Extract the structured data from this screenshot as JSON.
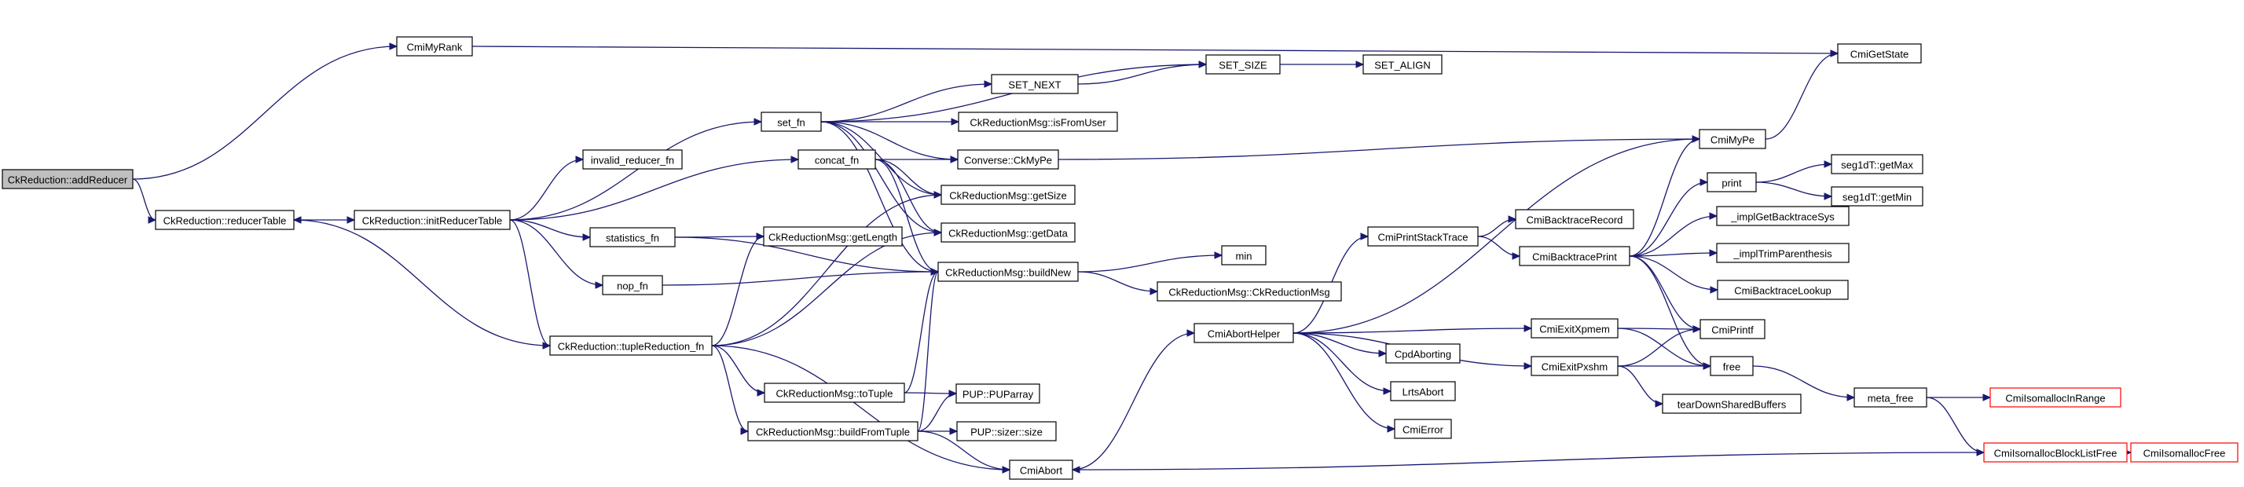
{
  "nodes": [
    {
      "id": "addReducer",
      "label": "CkReduction::addReducer",
      "type": "root"
    },
    {
      "id": "reducerTable",
      "label": "CkReduction::reducerTable"
    },
    {
      "id": "initReducerTable",
      "label": "CkReduction::initReducerTable"
    },
    {
      "id": "tupleReduction",
      "label": "CkReduction::tupleReduction_fn"
    },
    {
      "id": "cmiMyRank",
      "label": "CmiMyRank"
    },
    {
      "id": "invalidReducer",
      "label": "invalid_reducer_fn"
    },
    {
      "id": "statisticsFn",
      "label": "statistics_fn"
    },
    {
      "id": "nopFn",
      "label": "nop_fn"
    },
    {
      "id": "setFn",
      "label": "set_fn"
    },
    {
      "id": "concatFn",
      "label": "concat_fn"
    },
    {
      "id": "getLength",
      "label": "CkReductionMsg::getLength"
    },
    {
      "id": "toTuple",
      "label": "CkReductionMsg::toTuple"
    },
    {
      "id": "buildFromTuple",
      "label": "CkReductionMsg::buildFromTuple"
    },
    {
      "id": "setNext",
      "label": "SET_NEXT"
    },
    {
      "id": "setSize",
      "label": "SET_SIZE"
    },
    {
      "id": "setAlign",
      "label": "SET_ALIGN"
    },
    {
      "id": "isFromUser",
      "label": "CkReductionMsg::isFromUser"
    },
    {
      "id": "ckMyPe",
      "label": "Converse::CkMyPe"
    },
    {
      "id": "getSize",
      "label": "CkReductionMsg::getSize"
    },
    {
      "id": "getData",
      "label": "CkReductionMsg::getData"
    },
    {
      "id": "buildNew",
      "label": "CkReductionMsg::buildNew"
    },
    {
      "id": "puparray",
      "label": "PUP::PUParray"
    },
    {
      "id": "sizerSize",
      "label": "PUP::sizer::size"
    },
    {
      "id": "cmiAbort",
      "label": "CmiAbort"
    },
    {
      "id": "min",
      "label": "min"
    },
    {
      "id": "ckReductionMsgCtor",
      "label": "CkReductionMsg::CkReductionMsg"
    },
    {
      "id": "cmiAbortHelper",
      "label": "CmiAbortHelper"
    },
    {
      "id": "cmiPrintStackTrace",
      "label": "CmiPrintStackTrace"
    },
    {
      "id": "cpdAborting",
      "label": "CpdAborting"
    },
    {
      "id": "lrtsAbort",
      "label": "LrtsAbort"
    },
    {
      "id": "cmiError",
      "label": "CmiError"
    },
    {
      "id": "cmiExitXpmem",
      "label": "CmiExitXpmem"
    },
    {
      "id": "cmiExitPxshm",
      "label": "CmiExitPxshm"
    },
    {
      "id": "cmiBacktraceRecord",
      "label": "CmiBacktraceRecord"
    },
    {
      "id": "cmiBacktracePrint",
      "label": "CmiBacktracePrint"
    },
    {
      "id": "cmiMyPe",
      "label": "CmiMyPe"
    },
    {
      "id": "cmiGetState",
      "label": "CmiGetState"
    },
    {
      "id": "print",
      "label": "print"
    },
    {
      "id": "implGetBacktraceSys",
      "label": "_implGetBacktraceSys"
    },
    {
      "id": "implTrimParenthesis",
      "label": "_implTrimParenthesis"
    },
    {
      "id": "cmiBacktraceLookup",
      "label": "CmiBacktraceLookup"
    },
    {
      "id": "cmiPrintf",
      "label": "CmiPrintf"
    },
    {
      "id": "free",
      "label": "free"
    },
    {
      "id": "tearDownSharedBuffers",
      "label": "tearDownSharedBuffers"
    },
    {
      "id": "segGetMax",
      "label": "seg1dT::getMax"
    },
    {
      "id": "segGetMin",
      "label": "seg1dT::getMin"
    },
    {
      "id": "metaFree",
      "label": "meta_free"
    },
    {
      "id": "cmiIsomallocInRange",
      "label": "CmiIsomallocInRange",
      "type": "truncated"
    },
    {
      "id": "cmiIsomallocBlockListFree",
      "label": "CmiIsomallocBlockListFree",
      "type": "truncated"
    },
    {
      "id": "cmiIsomallocFree",
      "label": "CmiIsomallocFree",
      "type": "truncated"
    }
  ],
  "edges": [
    [
      "addReducer",
      "cmiMyRank"
    ],
    [
      "addReducer",
      "reducerTable"
    ],
    [
      "cmiMyRank",
      "cmiGetState"
    ],
    [
      "reducerTable",
      "initReducerTable"
    ],
    [
      "initReducerTable",
      "setFn"
    ],
    [
      "initReducerTable",
      "invalidReducer"
    ],
    [
      "initReducerTable",
      "concatFn"
    ],
    [
      "initReducerTable",
      "statisticsFn"
    ],
    [
      "initReducerTable",
      "nopFn"
    ],
    [
      "initReducerTable",
      "tupleReduction"
    ],
    [
      "tupleReduction",
      "reducerTable"
    ],
    [
      "tupleReduction",
      "getLength"
    ],
    [
      "tupleReduction",
      "getSize"
    ],
    [
      "tupleReduction",
      "getData"
    ],
    [
      "tupleReduction",
      "toTuple"
    ],
    [
      "tupleReduction",
      "buildFromTuple"
    ],
    [
      "tupleReduction",
      "cmiAbort"
    ],
    [
      "statisticsFn",
      "getLength"
    ],
    [
      "statisticsFn",
      "buildNew"
    ],
    [
      "nopFn",
      "buildNew"
    ],
    [
      "setFn",
      "setNext"
    ],
    [
      "setFn",
      "setSize"
    ],
    [
      "setFn",
      "isFromUser"
    ],
    [
      "setFn",
      "ckMyPe"
    ],
    [
      "setFn",
      "getSize"
    ],
    [
      "setFn",
      "getData"
    ],
    [
      "setFn",
      "buildNew"
    ],
    [
      "setNext",
      "setSize"
    ],
    [
      "setSize",
      "setAlign"
    ],
    [
      "concatFn",
      "ckMyPe"
    ],
    [
      "concatFn",
      "getSize"
    ],
    [
      "concatFn",
      "getData"
    ],
    [
      "concatFn",
      "buildNew"
    ],
    [
      "ckMyPe",
      "cmiMyPe"
    ],
    [
      "cmiMyPe",
      "cmiGetState"
    ],
    [
      "toTuple",
      "buildNew"
    ],
    [
      "toTuple",
      "puparray"
    ],
    [
      "buildFromTuple",
      "buildNew"
    ],
    [
      "buildFromTuple",
      "puparray"
    ],
    [
      "buildFromTuple",
      "sizerSize"
    ],
    [
      "buildFromTuple",
      "cmiAbort"
    ],
    [
      "buildNew",
      "min"
    ],
    [
      "buildNew",
      "ckReductionMsgCtor"
    ],
    [
      "cmiAbort",
      "cmiAbortHelper"
    ],
    [
      "cmiAbortHelper",
      "cmiMyPe"
    ],
    [
      "cmiAbortHelper",
      "cmiPrintStackTrace"
    ],
    [
      "cmiAbortHelper",
      "cmiExitXpmem"
    ],
    [
      "cmiAbortHelper",
      "cpdAborting"
    ],
    [
      "cmiAbortHelper",
      "cmiExitPxshm"
    ],
    [
      "cmiAbortHelper",
      "lrtsAbort"
    ],
    [
      "cmiAbortHelper",
      "cmiError"
    ],
    [
      "cmiPrintStackTrace",
      "cmiBacktraceRecord"
    ],
    [
      "cmiPrintStackTrace",
      "cmiBacktracePrint"
    ],
    [
      "cmiBacktracePrint",
      "cmiMyPe"
    ],
    [
      "cmiBacktracePrint",
      "print"
    ],
    [
      "cmiBacktracePrint",
      "implGetBacktraceSys"
    ],
    [
      "cmiBacktracePrint",
      "implTrimParenthesis"
    ],
    [
      "cmiBacktracePrint",
      "cmiBacktraceLookup"
    ],
    [
      "cmiBacktracePrint",
      "cmiPrintf"
    ],
    [
      "cmiBacktracePrint",
      "free"
    ],
    [
      "print",
      "segGetMax"
    ],
    [
      "print",
      "segGetMin"
    ],
    [
      "cmiExitXpmem",
      "cmiPrintf"
    ],
    [
      "cmiExitXpmem",
      "free"
    ],
    [
      "cmiExitPxshm",
      "cmiPrintf"
    ],
    [
      "cmiExitPxshm",
      "free"
    ],
    [
      "cmiExitPxshm",
      "tearDownSharedBuffers"
    ],
    [
      "free",
      "metaFree"
    ],
    [
      "metaFree",
      "cmiIsomallocInRange"
    ],
    [
      "metaFree",
      "cmiIsomallocBlockListFree"
    ],
    [
      "cmiIsomallocBlockListFree",
      "cmiIsomallocFree"
    ],
    [
      "cmiIsomallocBlockListFree",
      "cmiAbort"
    ]
  ],
  "colors": {
    "edge": "#191970",
    "node_border": "#000000",
    "truncated_border": "#ff0000",
    "root_fill": "#bfbfbf",
    "node_fill": "#ffffff"
  }
}
